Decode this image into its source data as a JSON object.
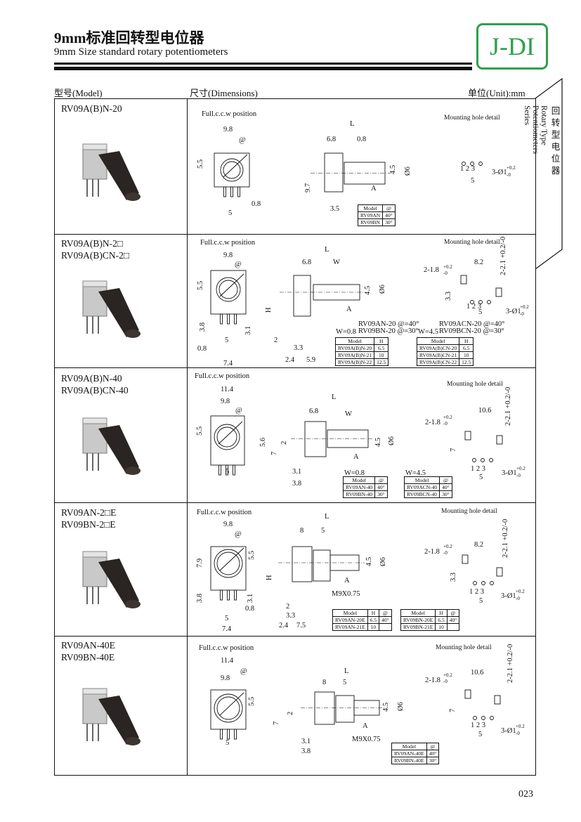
{
  "header": {
    "title": "9mm标准回转型电位器",
    "subtitle": "9mm Size  standard  rotary  potentiometers",
    "logo": "J-DI",
    "logo_color": "#2ea04c"
  },
  "columns": {
    "model": "型号(Model)",
    "dimensions": "尺寸(Dimensions)",
    "unit": "单位(Unit):mm"
  },
  "side_tab": {
    "en": "Rotary Type Potentiometers Series",
    "cn": [
      "回",
      "转",
      "型",
      "电",
      "位",
      "器"
    ]
  },
  "page_number": "023",
  "rows": [
    {
      "models": [
        "RV09A(B)N-20"
      ],
      "dims": [
        "Full.c.c.w position",
        "9.8",
        "@",
        "5.5",
        "0.8",
        "5",
        "L",
        "6.8",
        "0.8",
        "4.5",
        "Ø6",
        "9.7",
        "A",
        "3.5",
        "Mounting  hole  detail",
        "1  2  3",
        "5",
        "3-Ø1",
        "+0.2",
        "-0"
      ],
      "tables": [
        {
          "head": [
            "Model",
            "@"
          ],
          "rows": [
            [
              "RV09AN",
              "40°"
            ],
            [
              "RV09BN",
              "30°"
            ]
          ]
        }
      ]
    },
    {
      "models": [
        "RV09A(B)N-2□",
        "RV09A(B)CN-2□"
      ],
      "dims": [
        "Full.c.c.w position",
        "9.8",
        "@",
        "5.5",
        "3.8",
        "5",
        "3.1",
        "0.8",
        "7.4",
        "L",
        "6.8",
        "W",
        "4.5",
        "Ø6",
        "H",
        "A",
        "2",
        "3.3",
        "2.4",
        "5.9",
        "RV09AN-20 @=40°",
        "W=0.8",
        "RV09BN-20 @=30°",
        "Mounting  hole  detail",
        "2-1.8",
        "+0.2",
        "-0",
        "8.2",
        "2-2.1 +0.2/-0",
        "3.3",
        "1  2  3",
        "5",
        "3-Ø1",
        "+0.2",
        "-0",
        "RV09ACN-20 @=40°",
        "W=4.5",
        "RV09BCN-20 @=30°"
      ],
      "tables": [
        {
          "head": [
            "Model",
            "H"
          ],
          "rows": [
            [
              "RV09A(B)N-20",
              "6.5"
            ],
            [
              "RV09A(B)N-21",
              "10"
            ],
            [
              "RV09A(B)N-22",
              "12.5"
            ]
          ]
        },
        {
          "head": [
            "Model",
            "H"
          ],
          "rows": [
            [
              "RV09A(B)CN-20",
              "6.5"
            ],
            [
              "RV09A(B)CN-21",
              "10"
            ],
            [
              "RV09A(B)CN-22",
              "12.5"
            ]
          ]
        }
      ]
    },
    {
      "models": [
        "RV09A(B)N-40",
        "RV09A(B)CN-40"
      ],
      "dims": [
        "Full.c.c.w position",
        "11.4",
        "9.8",
        "@",
        "5.5",
        "5",
        "L",
        "6.8",
        "W",
        "5.6",
        "2",
        "7",
        "4.5",
        "Ø6",
        "A",
        "3.1",
        "3.8",
        "W=0.8",
        "W=4.5",
        "Mounting  hole  detail",
        "10.6",
        "2-2.1 +0.2/-0",
        "2-1.8",
        "+0.2",
        "-0",
        "7",
        "1  2  3",
        "5",
        "3-Ø1",
        "+0.2",
        "-0"
      ],
      "tables": [
        {
          "head": [
            "Model",
            "@"
          ],
          "rows": [
            [
              "RV09AN-40",
              "40°"
            ],
            [
              "RV09BN-40",
              "30°"
            ]
          ]
        },
        {
          "head": [
            "Model",
            "@"
          ],
          "rows": [
            [
              "RV09ACN-40",
              "40°"
            ],
            [
              "RV09BCN-40",
              "30°"
            ]
          ]
        }
      ]
    },
    {
      "models": [
        "RV09AN-2□E",
        "RV09BN-2□E"
      ],
      "dims": [
        "Full.c.c.w position",
        "9.8",
        "@",
        "7.9",
        "5.5",
        "3.8",
        "3.1",
        "0.8",
        "5",
        "7.4",
        "L",
        "8",
        "5",
        "4.5",
        "Ø6",
        "H",
        "A",
        "M9X0.75",
        "2",
        "3.3",
        "2.4",
        "7.5",
        "Mounting  hole  detail",
        "2-1.8",
        "+0.2",
        "-0",
        "8.2",
        "2-2.1 +0.2/-0",
        "3.3",
        "1  2  3",
        "5",
        "3-Ø1",
        "+0.2",
        "-0"
      ],
      "tables": [
        {
          "head": [
            "Model",
            "H",
            "@"
          ],
          "rows": [
            [
              "RV09AN-20E",
              "6.5",
              "40°"
            ],
            [
              "RV09AN-21E",
              "10",
              ""
            ]
          ]
        },
        {
          "head": [
            "Model",
            "H",
            "@"
          ],
          "rows": [
            [
              "RV09BN-20E",
              "6.5",
              "40°"
            ],
            [
              "RV09BN-21E",
              "10",
              ""
            ]
          ]
        }
      ]
    },
    {
      "models": [
        "RV09AN-40E",
        "RV09BN-40E"
      ],
      "dims": [
        "Full.c.c.w position",
        "11.4",
        "@",
        "9.8",
        "5.5",
        "5",
        "L",
        "8",
        "5",
        "2",
        "7",
        "4.5",
        "Ø6",
        "A",
        "M9X0.75",
        "3.1",
        "3.8",
        "Mounting  hole  detail",
        "10.6",
        "2-2.1 +0.2/-0",
        "2-1.8",
        "+0.2",
        "-0",
        "7",
        "1  2  3",
        "5",
        "3-Ø1",
        "+0.2",
        "-0"
      ],
      "tables": [
        {
          "head": [
            "Model",
            "@"
          ],
          "rows": [
            [
              "RV09AN-40E",
              "40°"
            ],
            [
              "RV09BN-40E",
              "30°"
            ]
          ]
        }
      ]
    }
  ]
}
